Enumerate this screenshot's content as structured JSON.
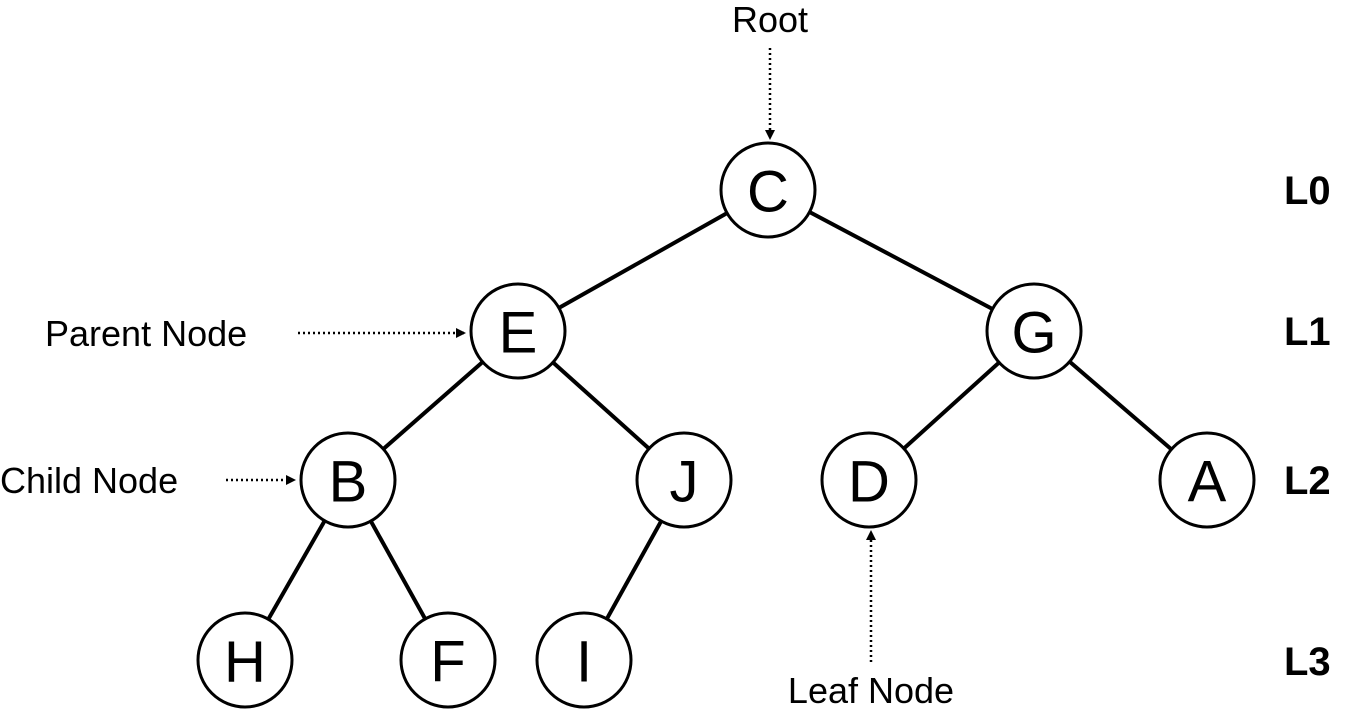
{
  "tree": {
    "nodes": {
      "C": "C",
      "E": "E",
      "G": "G",
      "B": "B",
      "J": "J",
      "D": "D",
      "A": "A",
      "H": "H",
      "F": "F",
      "I": "I"
    }
  },
  "annotations": {
    "root": "Root",
    "parent_node": "Parent Node",
    "child_node": "Child Node",
    "leaf_node": "Leaf Node"
  },
  "levels": [
    "L0",
    "L1",
    "L2",
    "L3"
  ]
}
